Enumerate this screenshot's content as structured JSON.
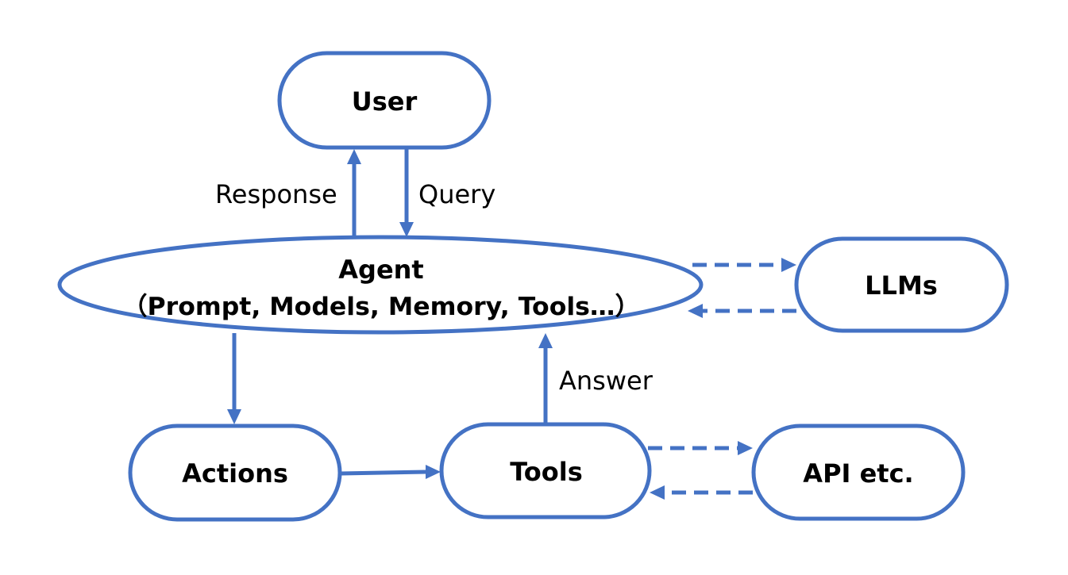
{
  "colors": {
    "accent": "#4472C4",
    "text": "#000000",
    "background": "#ffffff"
  },
  "nodes": {
    "user": {
      "label": "User"
    },
    "agent": {
      "label": "Agent",
      "sublabel": "（Prompt, Models, Memory, Tools…）"
    },
    "llms": {
      "label": "LLMs"
    },
    "actions": {
      "label": "Actions"
    },
    "tools": {
      "label": "Tools"
    },
    "api": {
      "label": "API etc."
    }
  },
  "edges": {
    "response": {
      "label": "Response",
      "style": "solid"
    },
    "query": {
      "label": "Query",
      "style": "solid"
    },
    "answer": {
      "label": "Answer",
      "style": "solid"
    },
    "agent_to_llms": {
      "style": "dashed"
    },
    "llms_to_agent": {
      "style": "dashed"
    },
    "agent_to_actions": {
      "style": "solid"
    },
    "actions_to_tools": {
      "style": "solid"
    },
    "tools_to_api": {
      "style": "dashed"
    },
    "api_to_tools": {
      "style": "dashed"
    }
  }
}
